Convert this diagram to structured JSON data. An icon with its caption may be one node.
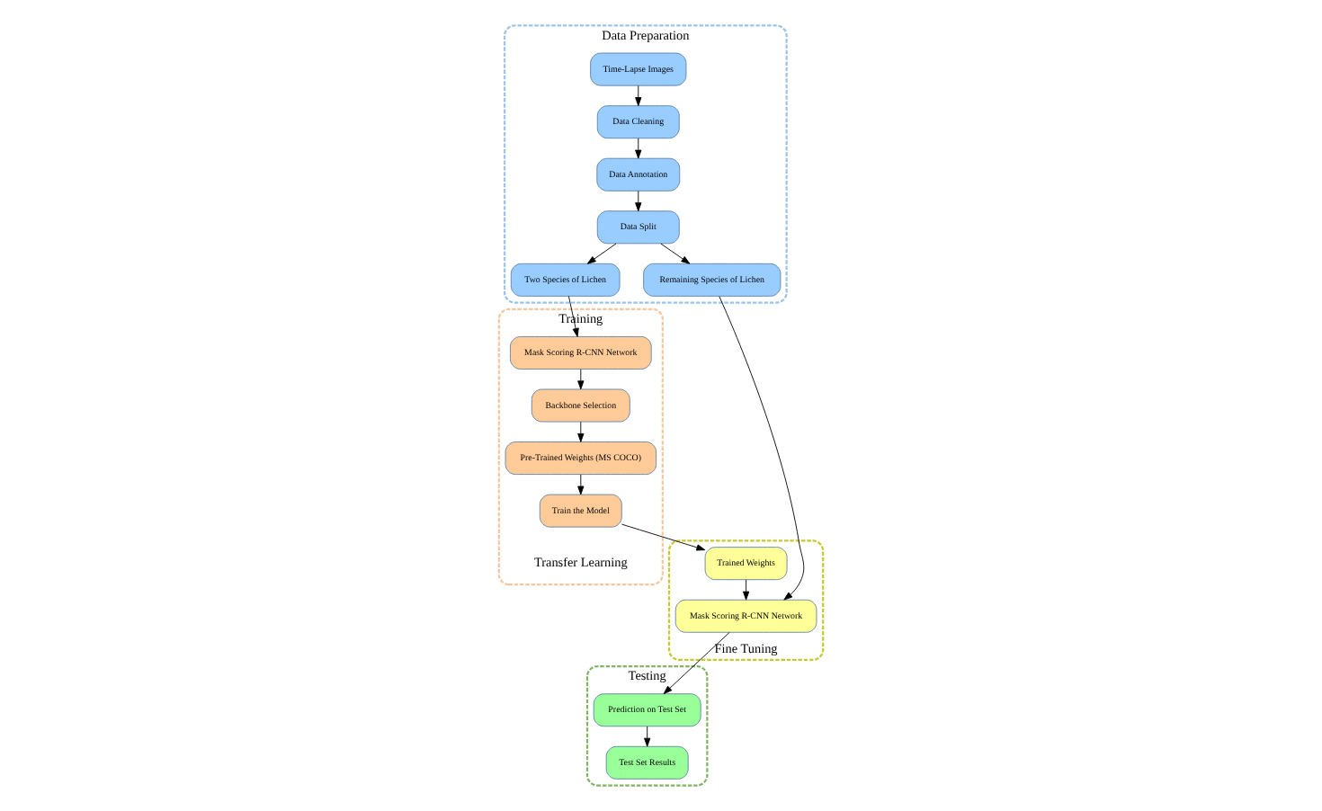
{
  "diagram": {
    "nodes": [
      {
        "text": [
          "Data Preparation"
        ]
      },
      {
        "text": [
          "Time-Lapse Images"
        ],
        "in": 0
      },
      {
        "text": [
          "Data Cleaning"
        ],
        "in": 0
      },
      {
        "text": [
          "Data Annotation"
        ],
        "in": 0
      },
      {
        "text": [
          "Data Split"
        ],
        "in": 0
      },
      {
        "text": [
          "Remaining Species of Lichen"
        ],
        "in": 0
      },
      {
        "text": [
          "Two Species of Lichen"
        ],
        "in": 0
      },
      {
        "text": [
          "Training",
          "Transfer Learning"
        ]
      },
      {
        "text": [
          "Mask Scoring R-CNN Network"
        ],
        "in": 7
      },
      {
        "text": [
          "Backbone Selection"
        ],
        "in": 7
      },
      {
        "text": [
          "Pre-Trained Weights (MS COCO)"
        ],
        "in": 7
      },
      {
        "text": [
          "Train the Model"
        ],
        "in": 7
      },
      {
        "text": [
          "Testing"
        ]
      },
      {
        "text": [
          "Test Set Results"
        ],
        "in": 12
      },
      {
        "text": [
          "Prediction on Test Set"
        ],
        "in": 12
      },
      {
        "text": [
          "Fine Tuning"
        ]
      },
      {
        "text": [
          "Mask Scoring R-CNN Network"
        ],
        "in": 15
      },
      {
        "text": [
          "Trained Weights"
        ],
        "in": 15
      }
    ],
    "edges": [
      {
        "from": 1,
        "to": 2,
        "arrow": "to"
      },
      {
        "from": 2,
        "to": 3,
        "arrow": "to"
      },
      {
        "from": 3,
        "to": 4,
        "arrow": "to"
      },
      {
        "from": 4,
        "to": 5,
        "arrow": "to"
      },
      {
        "from": 4,
        "to": 6,
        "arrow": "to"
      },
      {
        "from": 6,
        "to": 8,
        "arrow": "to"
      },
      {
        "from": 8,
        "to": 9,
        "arrow": "to"
      },
      {
        "from": 9,
        "to": 10,
        "arrow": "to"
      },
      {
        "from": 10,
        "to": 11,
        "arrow": "to"
      },
      {
        "from": 11,
        "to": 17,
        "arrow": "to"
      },
      {
        "from": 17,
        "to": 16,
        "arrow": "to"
      },
      {
        "from": 16,
        "to": 14,
        "arrow": "to"
      },
      {
        "from": 14,
        "to": 13,
        "arrow": "to"
      },
      {
        "from": 5,
        "to": 16,
        "arrow": "to"
      }
    ]
  }
}
